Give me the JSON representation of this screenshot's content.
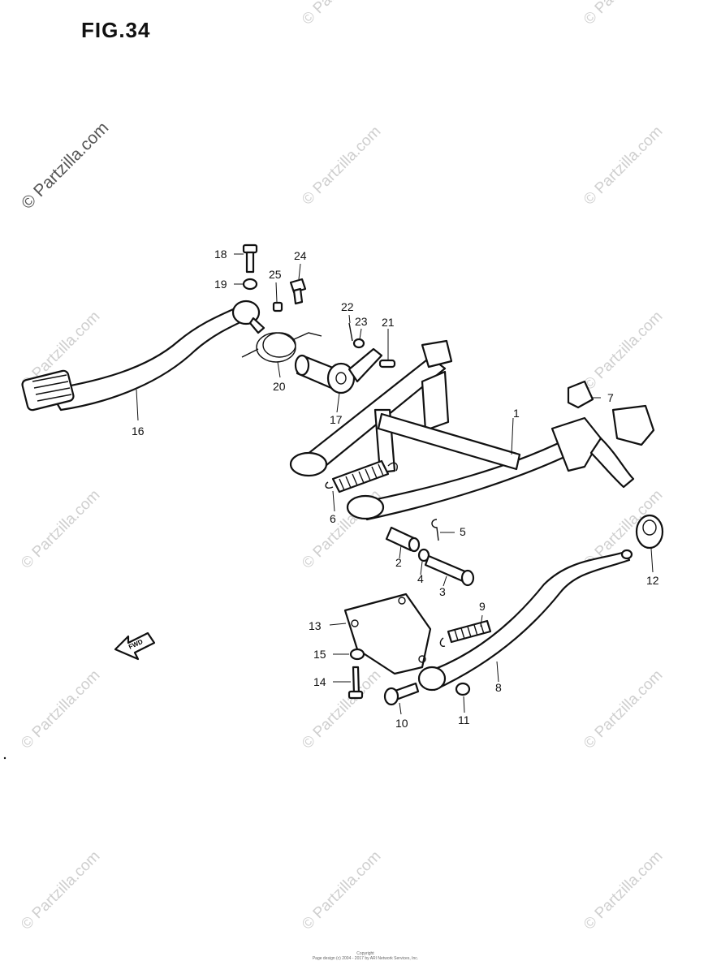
{
  "figure_title": "FIG.34",
  "watermark_text": "© Partzilla.com",
  "fwd_label": "FWD",
  "parts": [
    {
      "no": "1"
    },
    {
      "no": "2"
    },
    {
      "no": "3"
    },
    {
      "no": "4"
    },
    {
      "no": "5"
    },
    {
      "no": "6"
    },
    {
      "no": "7"
    },
    {
      "no": "8"
    },
    {
      "no": "9"
    },
    {
      "no": "10"
    },
    {
      "no": "11"
    },
    {
      "no": "12"
    },
    {
      "no": "13"
    },
    {
      "no": "14"
    },
    {
      "no": "15"
    },
    {
      "no": "16"
    },
    {
      "no": "17"
    },
    {
      "no": "18"
    },
    {
      "no": "19"
    },
    {
      "no": "20"
    },
    {
      "no": "21"
    },
    {
      "no": "22"
    },
    {
      "no": "23"
    },
    {
      "no": "24"
    },
    {
      "no": "25"
    }
  ],
  "footer": {
    "line1": "Copyright",
    "line2": "Page design (c) 2004 - 2017 by ARI Network Services, Inc."
  }
}
